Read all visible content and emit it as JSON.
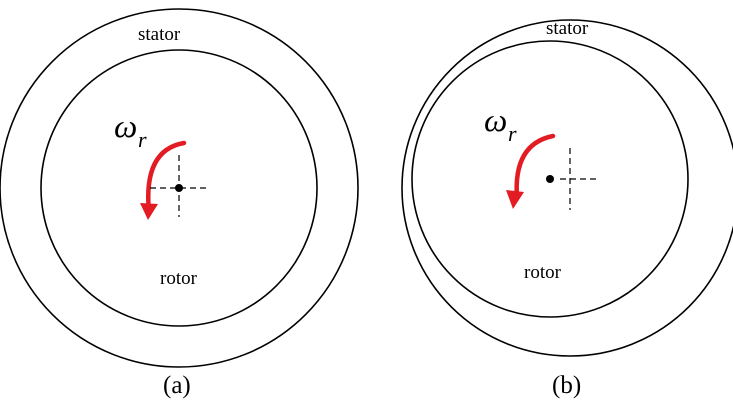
{
  "panels": [
    {
      "stator_label": "stator",
      "rotor_label": "rotor",
      "speed_symbol": "ω",
      "speed_subscript": "r",
      "caption": "(a)"
    },
    {
      "stator_label": "stator",
      "rotor_label": "rotor",
      "speed_symbol": "ω",
      "speed_subscript": "r",
      "caption": "(b)"
    }
  ],
  "colors": {
    "line": "#000000",
    "arrow": "#e31b23"
  }
}
